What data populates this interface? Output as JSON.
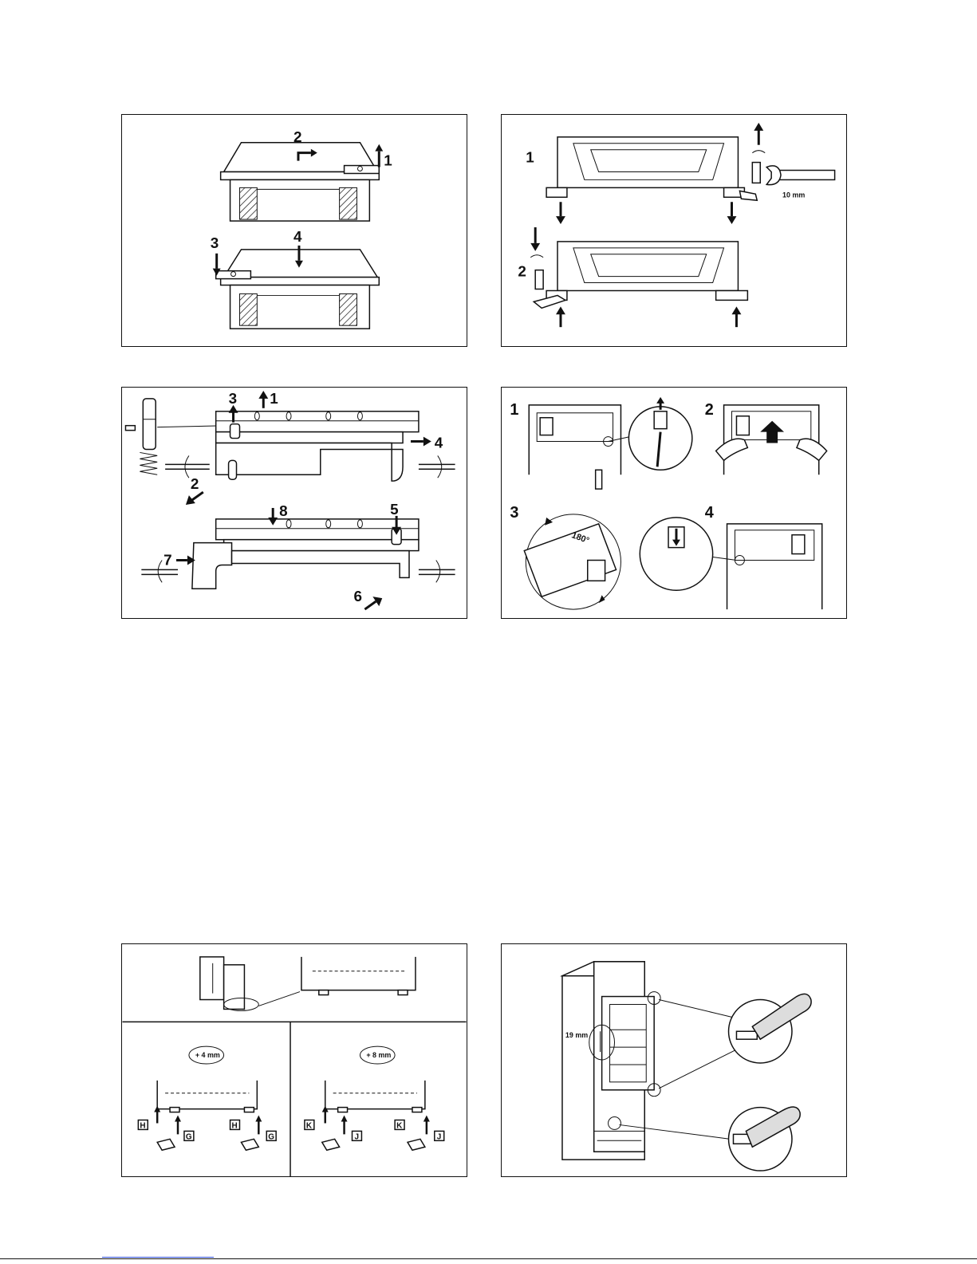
{
  "fig1": {
    "steps": [
      "1",
      "2",
      "3",
      "4"
    ]
  },
  "fig2": {
    "steps": [
      "1",
      "2"
    ],
    "tool_size": "10 mm"
  },
  "fig3": {
    "steps": [
      "1",
      "2",
      "3",
      "4",
      "5",
      "6",
      "7",
      "8"
    ]
  },
  "fig4": {
    "steps": [
      "1",
      "2",
      "3",
      "4"
    ],
    "angle": "180°"
  },
  "fig5": {
    "spacer_small": "+ 4 mm",
    "spacer_large": "+ 8 mm",
    "parts": [
      "H",
      "G",
      "K",
      "J"
    ]
  },
  "fig6": {
    "gap": "19 mm"
  }
}
